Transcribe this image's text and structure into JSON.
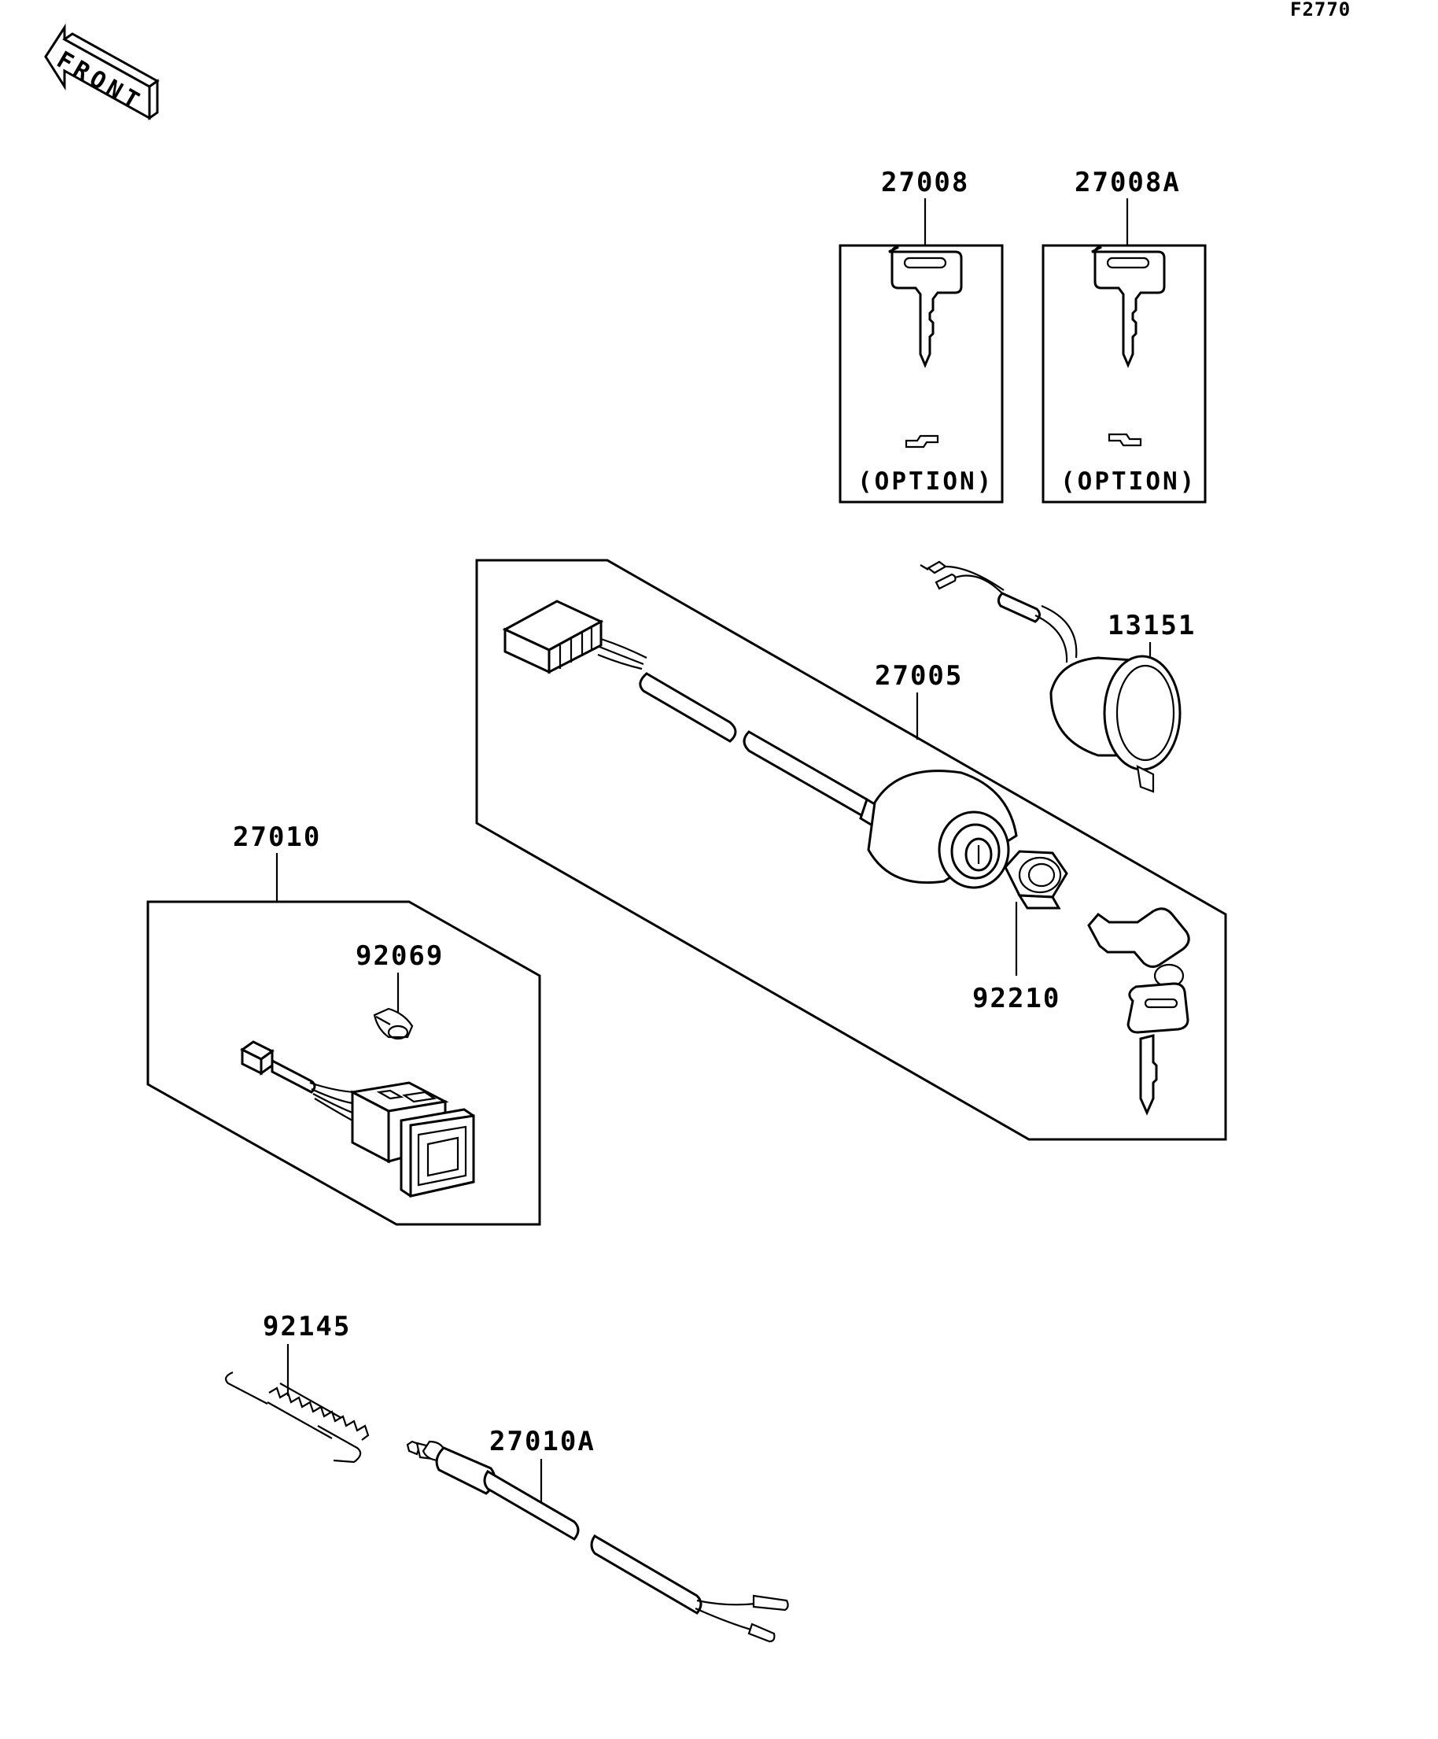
{
  "figure_code": "F2770",
  "orientation_label": "FRONT",
  "option_label": "(OPTION)",
  "parts": [
    {
      "number": "27008",
      "callout_id": "p27008"
    },
    {
      "number": "27008A",
      "callout_id": "p27008A"
    },
    {
      "number": "13151",
      "callout_id": "p13151"
    },
    {
      "number": "27005",
      "callout_id": "p27005"
    },
    {
      "number": "92210",
      "callout_id": "p92210"
    },
    {
      "number": "27010",
      "callout_id": "p27010"
    },
    {
      "number": "92069",
      "callout_id": "p92069"
    },
    {
      "number": "92145",
      "callout_id": "p92145"
    },
    {
      "number": "27010A",
      "callout_id": "p27010A"
    }
  ]
}
